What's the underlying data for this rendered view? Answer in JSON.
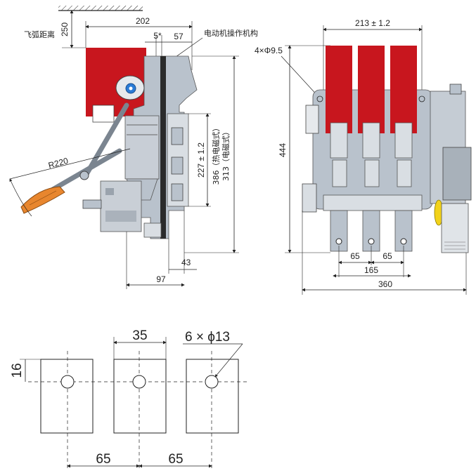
{
  "drawing": {
    "side_view": {
      "arc_distance_label": "飞弧距离",
      "arc_distance_value": "250",
      "dim_top_width": "202",
      "dim_5": "5*",
      "dim_57": "57",
      "motor_mechanism_label": "电动机操作机构",
      "dim_radius": "R220",
      "dim_227": "227 ± 1.2",
      "dim_386": "386（热电磁式）",
      "dim_313": "313（电磁式）",
      "dim_43": "43",
      "dim_97": "97"
    },
    "front_view": {
      "dim_213": "213 ± 1.2",
      "dim_holes": "4×Φ9.5",
      "dim_444": "444",
      "dim_65_left": "65",
      "dim_65_right": "65",
      "dim_165": "165",
      "dim_360": "360"
    },
    "terminal_view": {
      "dim_35": "35",
      "dim_holes": "6 × ϕ13",
      "dim_16": "16",
      "dim_65_left": "65",
      "dim_65_right": "65"
    },
    "colors": {
      "phase_red": "#c8161e",
      "body_grey": "#b9c2cc",
      "light_grey": "#d9dee3",
      "handle_orange": "#e8862e",
      "accent_blue": "#2a7bd6",
      "knob_yellow": "#f2d21a",
      "line": "#222222"
    }
  }
}
